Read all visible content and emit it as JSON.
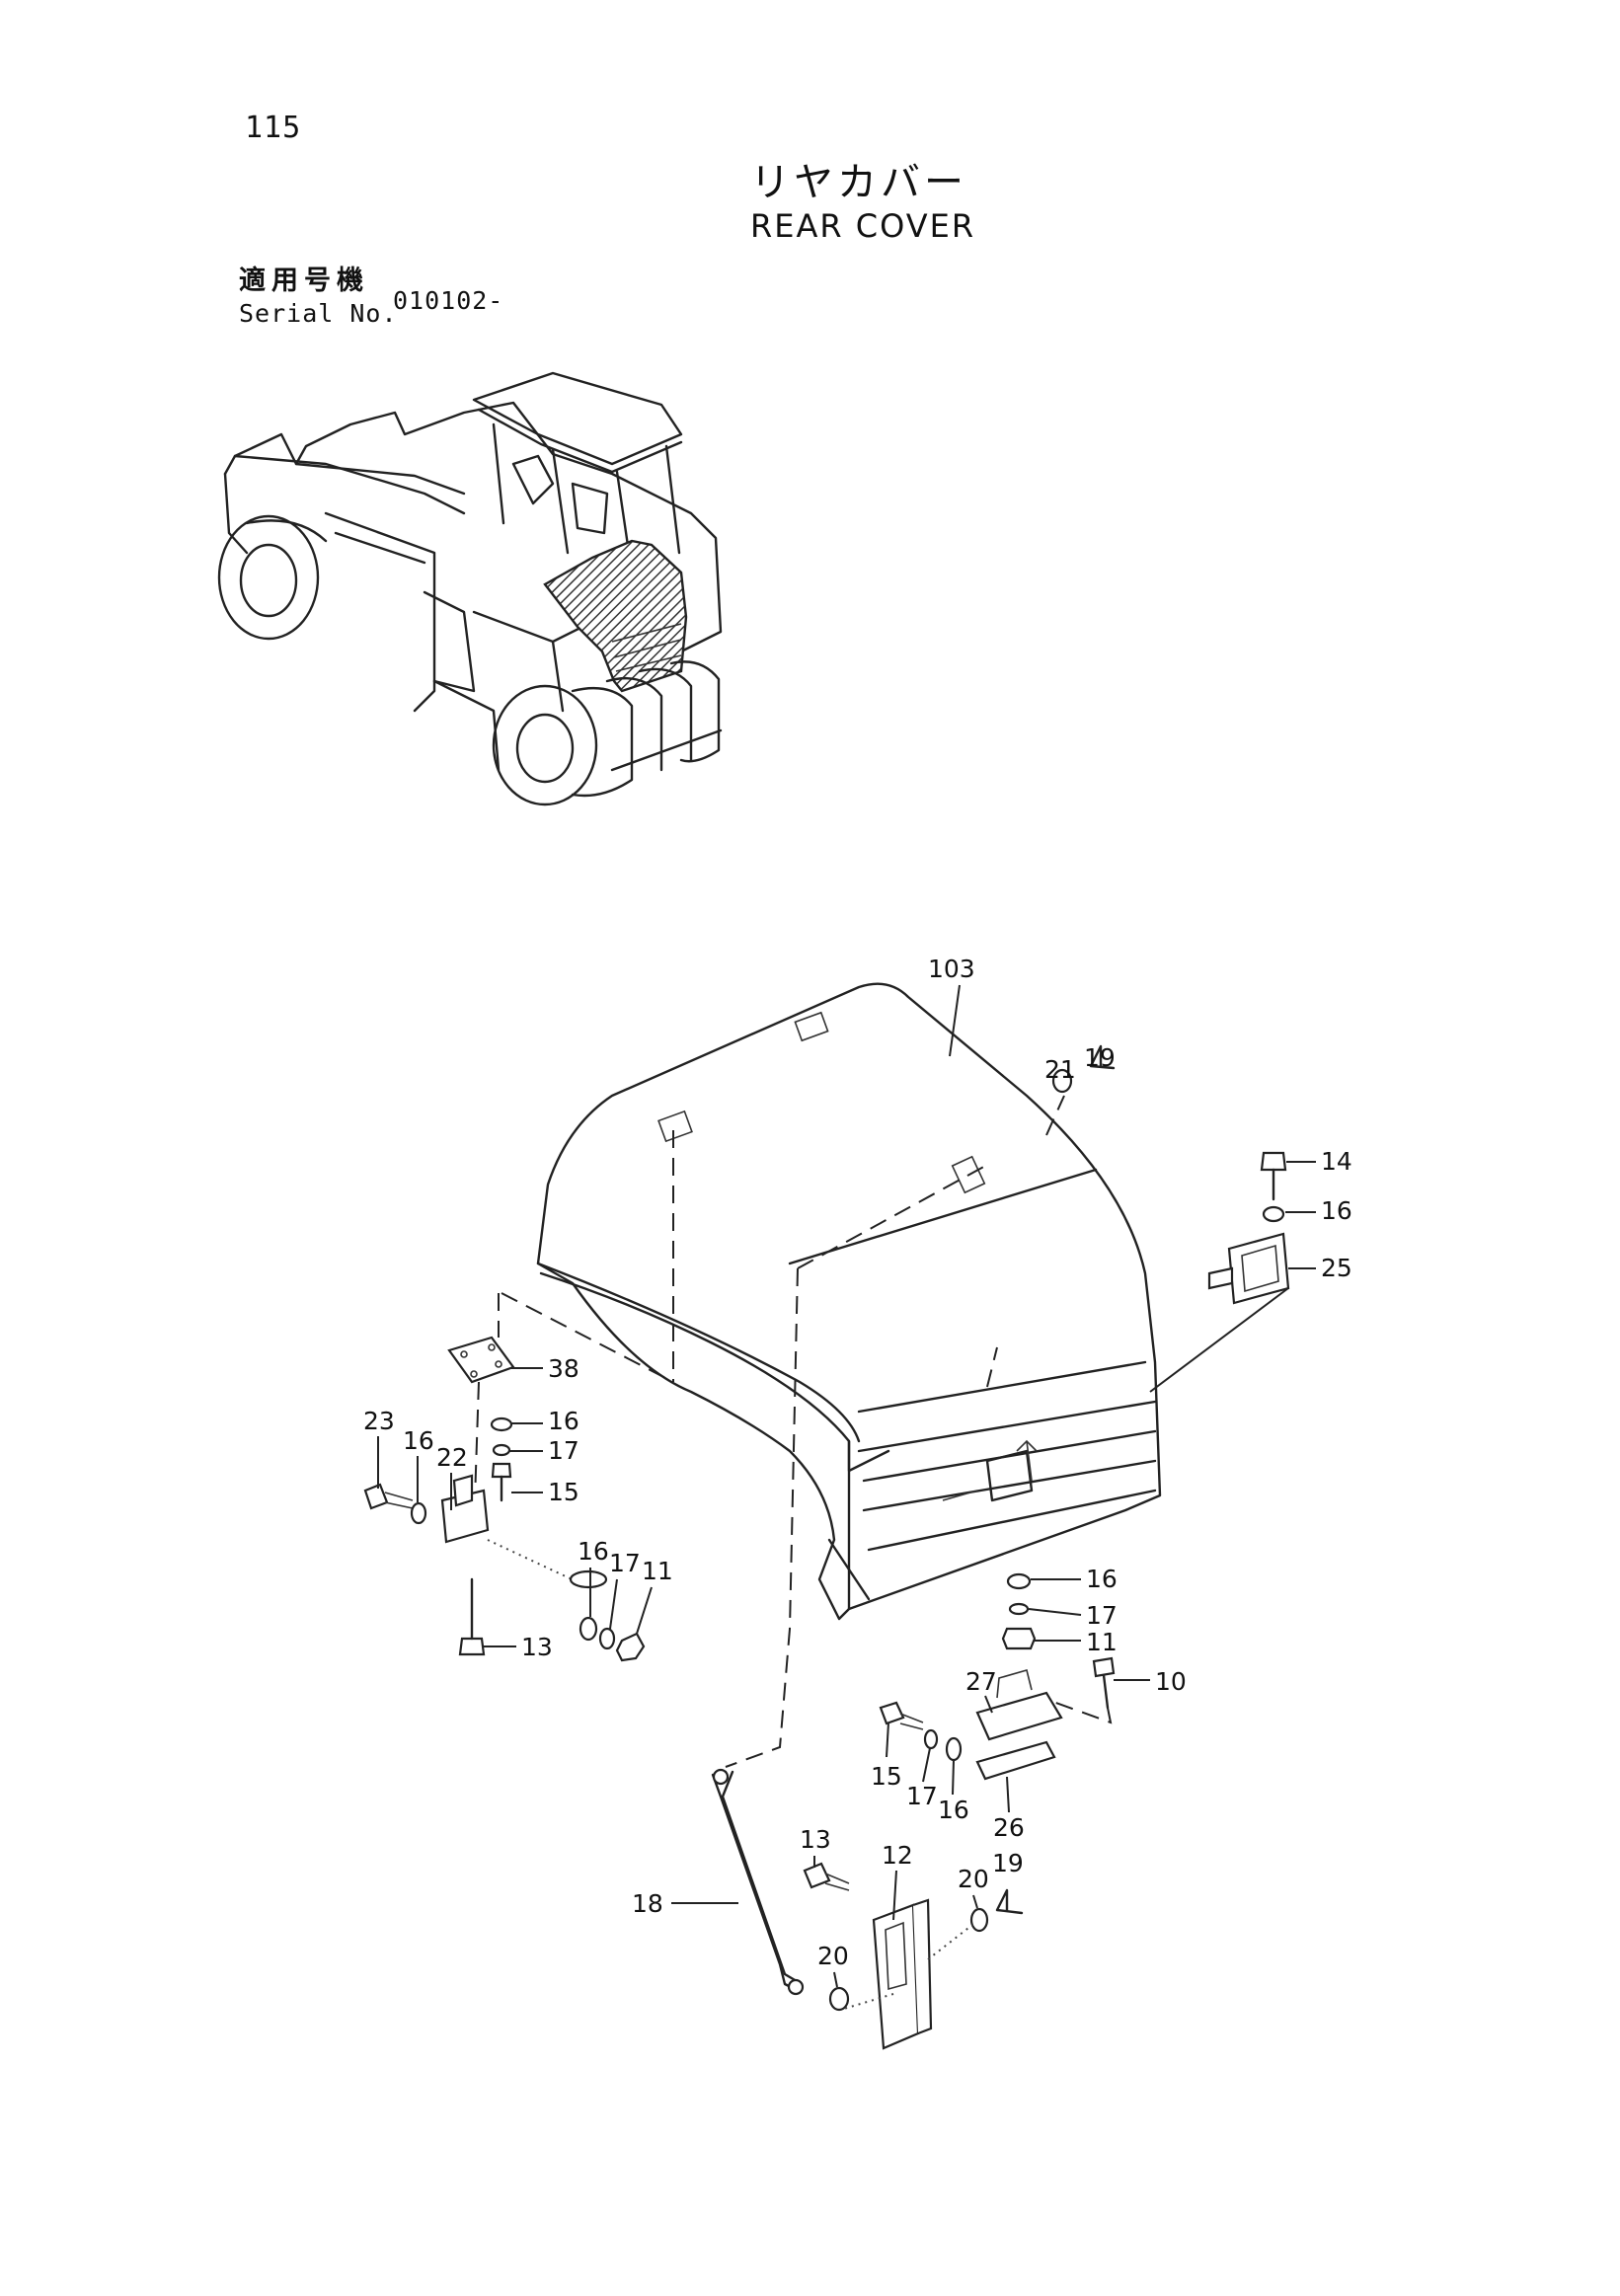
{
  "page": {
    "number": "115",
    "title_jp": "リヤカバー",
    "title_en": "REAR COVER",
    "serial_label_jp": "適用号機",
    "serial_label_en": "Serial No.",
    "serial_range": "010102-"
  },
  "callouts": [
    {
      "id": "c103",
      "label": "103"
    },
    {
      "id": "c21a",
      "label": "21"
    },
    {
      "id": "c19a",
      "label": "19"
    },
    {
      "id": "c14",
      "label": "14"
    },
    {
      "id": "c16a",
      "label": "16"
    },
    {
      "id": "c25",
      "label": "25"
    },
    {
      "id": "c38",
      "label": "38"
    },
    {
      "id": "c16b",
      "label": "16"
    },
    {
      "id": "c17a",
      "label": "17"
    },
    {
      "id": "c15a",
      "label": "15"
    },
    {
      "id": "c23",
      "label": "23"
    },
    {
      "id": "c16c",
      "label": "16"
    },
    {
      "id": "c22",
      "label": "22"
    },
    {
      "id": "c16d",
      "label": "16"
    },
    {
      "id": "c17b",
      "label": "17"
    },
    {
      "id": "c11a",
      "label": "11"
    },
    {
      "id": "c13a",
      "label": "13"
    },
    {
      "id": "c16e",
      "label": "16"
    },
    {
      "id": "c17c",
      "label": "17"
    },
    {
      "id": "c11b",
      "label": "11"
    },
    {
      "id": "c10",
      "label": "10"
    },
    {
      "id": "c27",
      "label": "27"
    },
    {
      "id": "c15b",
      "label": "15"
    },
    {
      "id": "c17d",
      "label": "17"
    },
    {
      "id": "c16f",
      "label": "16"
    },
    {
      "id": "c26",
      "label": "26"
    },
    {
      "id": "c13b",
      "label": "13"
    },
    {
      "id": "c12",
      "label": "12"
    },
    {
      "id": "c20a",
      "label": "20"
    },
    {
      "id": "c19b",
      "label": "19"
    },
    {
      "id": "c18",
      "label": "18"
    },
    {
      "id": "c20b",
      "label": "20"
    }
  ]
}
